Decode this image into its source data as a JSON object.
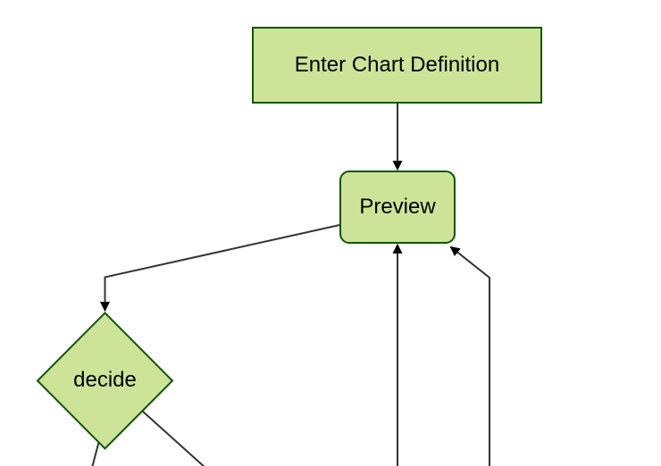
{
  "diagram": {
    "nodes": [
      {
        "id": "enter-chart-definition",
        "label": "Enter Chart Definition",
        "shape": "rectangle"
      },
      {
        "id": "preview",
        "label": "Preview",
        "shape": "rounded-rectangle"
      },
      {
        "id": "decide",
        "label": "decide",
        "shape": "diamond"
      }
    ],
    "edges": [
      {
        "from": "enter-chart-definition",
        "to": "preview",
        "arrowhead_visible": true
      },
      {
        "from": "preview",
        "to": "decide",
        "arrowhead_visible": true
      },
      {
        "from": "decide",
        "to": "offscreen-bottom-left",
        "arrowhead_visible": false
      },
      {
        "from": "decide",
        "to": "offscreen-bottom-right",
        "arrowhead_visible": false
      },
      {
        "from": "offscreen-bottom",
        "to": "preview",
        "arrowhead_visible": true
      },
      {
        "from": "offscreen-bottom-right",
        "to": "preview",
        "arrowhead_visible": true
      }
    ],
    "colors": {
      "node_fill": "#cde498",
      "node_border": "#13540c",
      "edge": "#333333",
      "arrowhead": "#000000",
      "text": "#000000",
      "background": "#ffffff"
    }
  }
}
